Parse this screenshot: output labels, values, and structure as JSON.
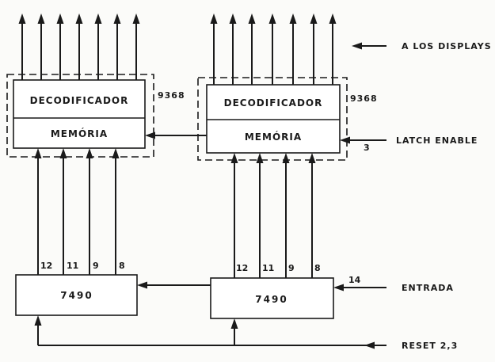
{
  "labels": {
    "decoder": "DECODIFICADOR",
    "memory": "MEMÓRIA",
    "decoder_chip": "9368",
    "counter_chip": "7490",
    "to_displays": "A LOS DISPLAYS",
    "latch_enable": "LATCH ENABLE",
    "latch_pin": "3",
    "input": "ENTRADA",
    "input_pin": "14",
    "reset": "RESET 2,3",
    "pins": [
      "12",
      "11",
      "9",
      "8"
    ]
  }
}
